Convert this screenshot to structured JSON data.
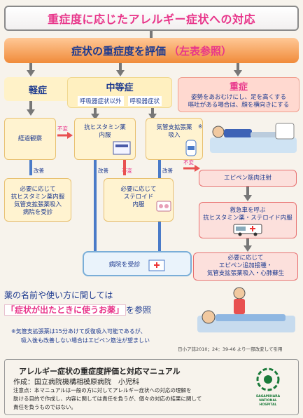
{
  "title": "重症度に応じたアレルギー症状への対応",
  "evaluate": {
    "label": "症状の重症度を評価",
    "ref": "（左表参照）"
  },
  "severity": {
    "mild": "軽症",
    "moderate": {
      "label": "中等症",
      "sub_a": "呼吸器症状以外",
      "sub_b": "呼吸器症状"
    },
    "severe": {
      "label": "重症",
      "desc_1": "姿勢をあおむけにし、足を高くする",
      "desc_2": "嘔吐がある場合は、顔を横向きにする"
    }
  },
  "steps": {
    "observe": "経過観察",
    "antihistamine_1": "抗ヒスタミン薬",
    "antihistamine_2": "内服",
    "bronchodilator_1": "気管支拡張薬",
    "bronchodilator_2": "吸入",
    "mild_follow_1": "必要に応じて",
    "mild_follow_2": "抗ヒスタミン薬内服",
    "mild_follow_3": "気管支拡張薬吸入",
    "mild_follow_4": "病院を受診",
    "steroid_1": "必要に応じて",
    "steroid_2": "ステロイド",
    "steroid_3": "内服",
    "epipen": "エピペン筋肉注射",
    "ambulance_1": "救急車を呼ぶ",
    "ambulance_2": "抗ヒスタミン薬・ステロイド内服",
    "additional_1": "必要に応じて",
    "additional_2": "エピペン追加接種・",
    "additional_3": "気管支拡張薬吸入・心肺蘇生",
    "hospital": "病院を受診"
  },
  "labels": {
    "improve": "改善",
    "no_improve": "不変",
    "asterisk": "※"
  },
  "drug_note": {
    "line_1": "薬の名前や使い方に関しては",
    "line_2_highlight": "「症状が出たときに使うお薬」",
    "line_2_rest": "を参照"
  },
  "footnote": {
    "line_1": "※気管支拡張薬は15分あけて反復吸入可能であるが、",
    "line_2": "吸入後も改善しない場合はエピペン筋注が望ましい"
  },
  "citation": "日小ア誌2010；24：39-46 より一部改変して引用",
  "manual": {
    "title": "アレルギー症状の重症度評価と対応マニュアル",
    "author": "作成：国立病院機構相模原病院　小児科",
    "caution_1": "注意点：本マニュアルは一般の方に対してアレルギー症状への対応の理解を",
    "caution_2": "助ける目的で作成し、内容に関しては責任を負うが、個々の対応の結果に関して",
    "caution_3": "責任を負うものではない。",
    "logo_caption_1": "SAGAMIHARA",
    "logo_caption_2": "NATIONAL",
    "logo_caption_3": "HOSPITAL"
  },
  "colors": {
    "title_pink": "#e8358a",
    "navy": "#1d3a8f",
    "orange": "#f08b3a",
    "arrow_grey": "#777777",
    "red_arrow": "#e85050"
  }
}
